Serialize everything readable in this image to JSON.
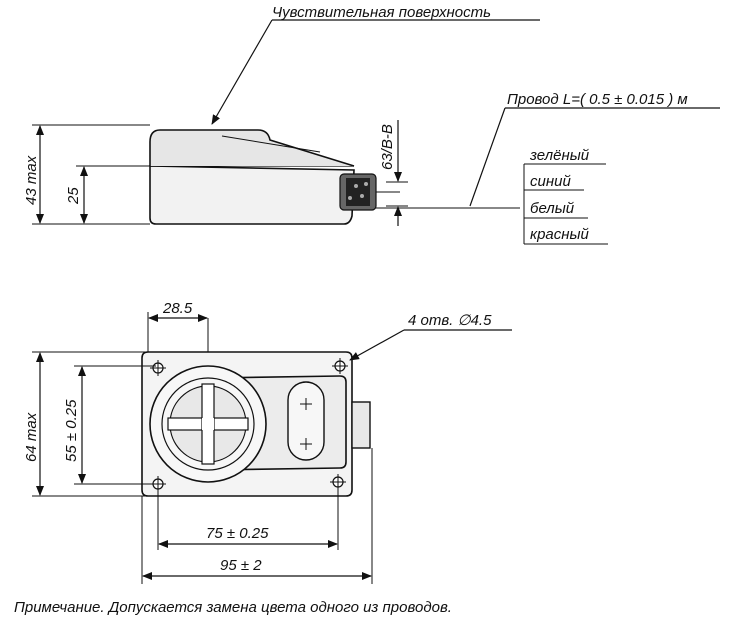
{
  "labels": {
    "sensitive_surface": "Чувствительная поверхность",
    "wire": "Провод L=( 0.5 ± 0.015 ) м",
    "wire_colors": [
      "зелёный",
      "синий",
      "белый",
      "красный"
    ],
    "height_max": "43 max",
    "height_25": "25",
    "thread": "63/В-В",
    "dim_28_5": "28.5",
    "holes": "4 отв. ∅4.5",
    "height_64": "64 max",
    "dim_55": "55 ± 0.25",
    "dim_75": "75 ± 0.25",
    "dim_95": "95 ± 2",
    "note": "Примечание. Допускается замена цвета одного из проводов."
  }
}
